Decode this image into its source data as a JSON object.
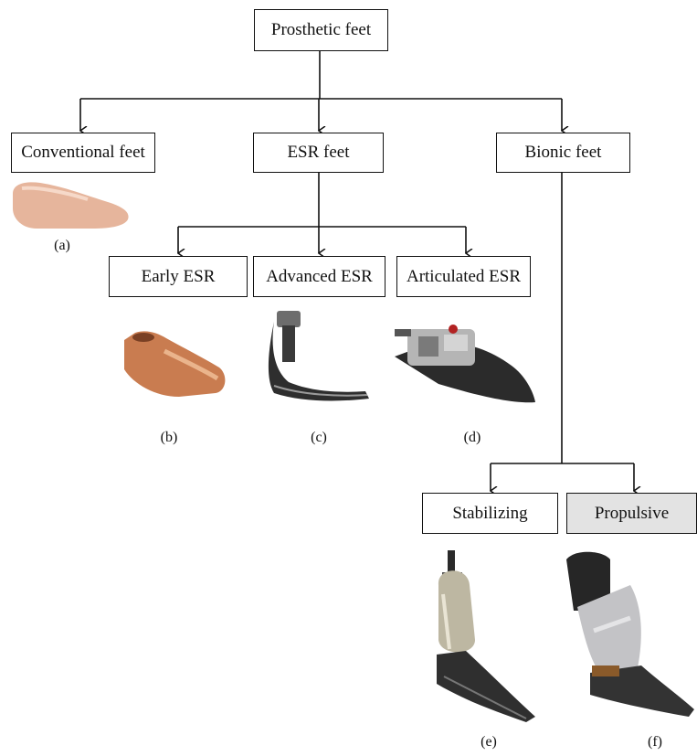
{
  "diagram": {
    "root": "Prosthetic feet",
    "level1": [
      "Conventional feet",
      "ESR feet",
      "Bionic feet"
    ],
    "esr_children": [
      "Early ESR",
      "Advanced ESR",
      "Articulated ESR"
    ],
    "bionic_children": [
      "Stabilizing",
      "Propulsive"
    ],
    "captions": [
      "(a)",
      "(b)",
      "(c)",
      "(d)",
      "(e)",
      "(f)"
    ],
    "images": [
      "conventional-foot-photo",
      "early-esr-foot-photo",
      "advanced-esr-foot-photo",
      "articulated-esr-foot-photo",
      "stabilizing-bionic-foot-photo",
      "propulsive-bionic-foot-photo"
    ],
    "highlight_fill": "#e3e3e3"
  }
}
